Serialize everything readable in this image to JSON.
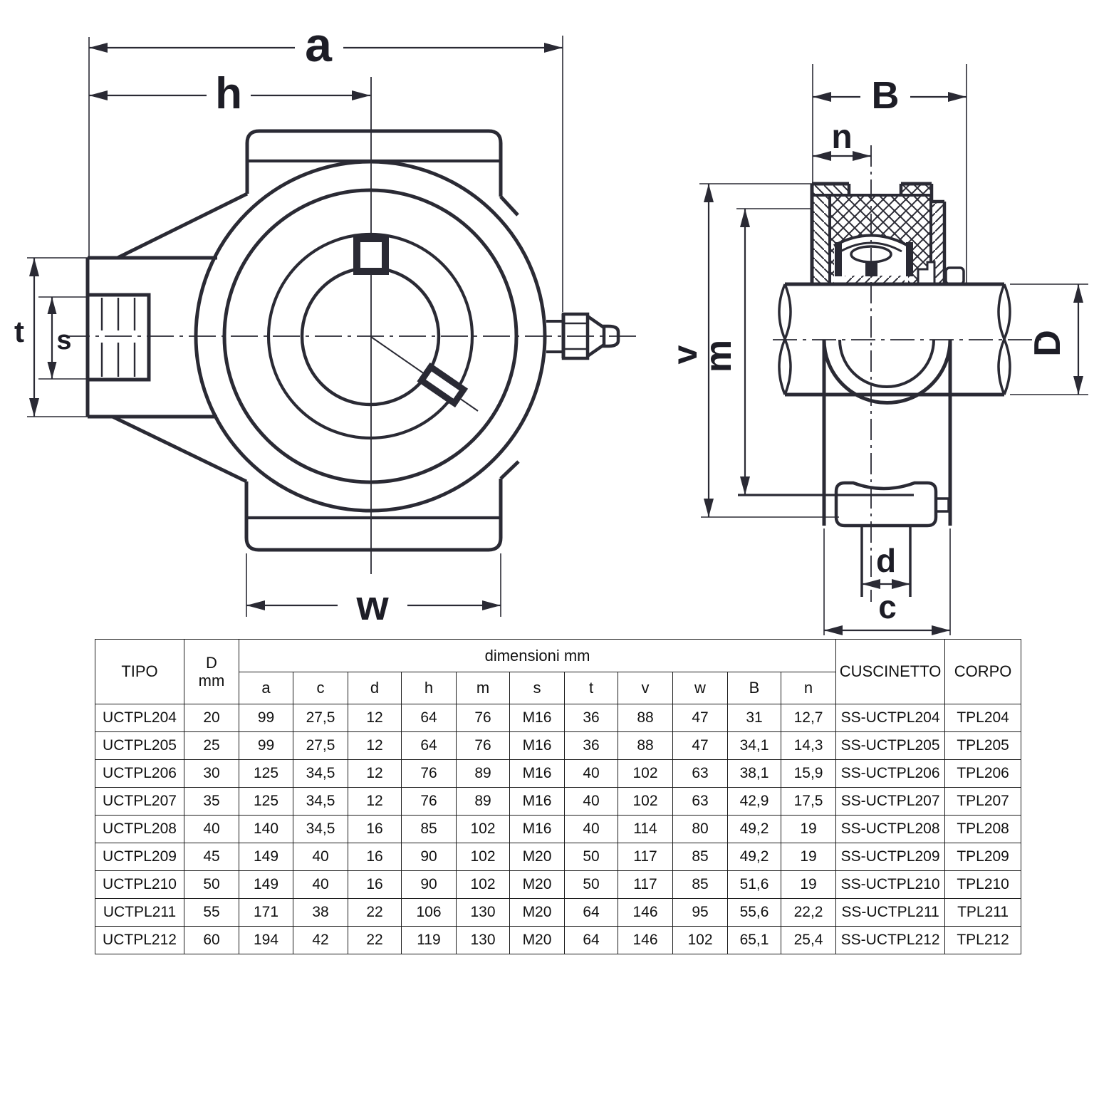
{
  "drawing": {
    "line_color": "#2a2a34",
    "front_view_labels": {
      "a": "a",
      "h": "h",
      "t": "t",
      "s": "s",
      "w": "w"
    },
    "side_view_labels": {
      "B": "B",
      "n": "n",
      "v": "v",
      "m": "m",
      "D": "D",
      "d": "d",
      "c": "c"
    }
  },
  "table": {
    "headers": {
      "tipo": "TIPO",
      "d_top": "D",
      "d_bottom": "mm",
      "dim_group": "dimensioni mm",
      "dim_cols": [
        "a",
        "c",
        "d",
        "h",
        "m",
        "s",
        "t",
        "v",
        "w",
        "B",
        "n"
      ],
      "cuscinetto": "CUSCINETTO",
      "corpo": "CORPO"
    },
    "rows": [
      [
        "UCTPL204",
        "20",
        "99",
        "27,5",
        "12",
        "64",
        "76",
        "M16",
        "36",
        "88",
        "47",
        "31",
        "12,7",
        "SS-UCTPL204",
        "TPL204"
      ],
      [
        "UCTPL205",
        "25",
        "99",
        "27,5",
        "12",
        "64",
        "76",
        "M16",
        "36",
        "88",
        "47",
        "34,1",
        "14,3",
        "SS-UCTPL205",
        "TPL205"
      ],
      [
        "UCTPL206",
        "30",
        "125",
        "34,5",
        "12",
        "76",
        "89",
        "M16",
        "40",
        "102",
        "63",
        "38,1",
        "15,9",
        "SS-UCTPL206",
        "TPL206"
      ],
      [
        "UCTPL207",
        "35",
        "125",
        "34,5",
        "12",
        "76",
        "89",
        "M16",
        "40",
        "102",
        "63",
        "42,9",
        "17,5",
        "SS-UCTPL207",
        "TPL207"
      ],
      [
        "UCTPL208",
        "40",
        "140",
        "34,5",
        "16",
        "85",
        "102",
        "M16",
        "40",
        "114",
        "80",
        "49,2",
        "19",
        "SS-UCTPL208",
        "TPL208"
      ],
      [
        "UCTPL209",
        "45",
        "149",
        "40",
        "16",
        "90",
        "102",
        "M20",
        "50",
        "117",
        "85",
        "49,2",
        "19",
        "SS-UCTPL209",
        "TPL209"
      ],
      [
        "UCTPL210",
        "50",
        "149",
        "40",
        "16",
        "90",
        "102",
        "M20",
        "50",
        "117",
        "85",
        "51,6",
        "19",
        "SS-UCTPL210",
        "TPL210"
      ],
      [
        "UCTPL211",
        "55",
        "171",
        "38",
        "22",
        "106",
        "130",
        "M20",
        "64",
        "146",
        "95",
        "55,6",
        "22,2",
        "SS-UCTPL211",
        "TPL211"
      ],
      [
        "UCTPL212",
        "60",
        "194",
        "42",
        "22",
        "119",
        "130",
        "M20",
        "64",
        "146",
        "102",
        "65,1",
        "25,4",
        "SS-UCTPL212",
        "TPL212"
      ]
    ]
  }
}
